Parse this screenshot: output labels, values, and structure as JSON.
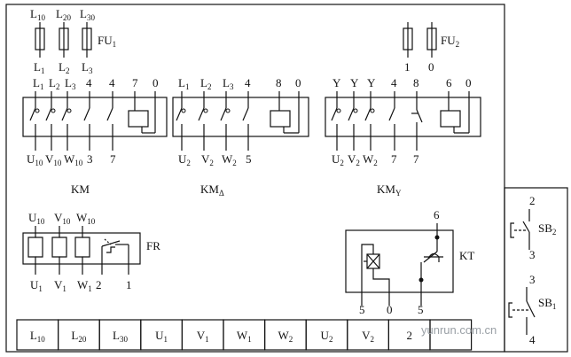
{
  "fuses": {
    "fu1": {
      "label": "FU",
      "sub": "1",
      "top": [
        [
          "L",
          "10"
        ],
        [
          "L",
          "20"
        ],
        [
          "L",
          "30"
        ]
      ],
      "bottom": [
        [
          "L",
          "1"
        ],
        [
          "L",
          "2"
        ],
        [
          "L",
          "3"
        ]
      ]
    },
    "fu2": {
      "label": "FU",
      "sub": "2",
      "bottom": [
        "1",
        "0"
      ]
    }
  },
  "km": {
    "top": [
      [
        "L",
        "1"
      ],
      [
        "L",
        "2"
      ],
      [
        "L",
        "3"
      ],
      [
        "4",
        ""
      ],
      [
        "4",
        ""
      ],
      [
        "7",
        ""
      ],
      [
        "0",
        ""
      ]
    ],
    "bottom": [
      [
        "U",
        "10"
      ],
      [
        "V",
        "10"
      ],
      [
        "W",
        "10"
      ],
      [
        "3",
        ""
      ],
      [
        "7",
        ""
      ]
    ],
    "name": "KM",
    "name_sub": ""
  },
  "km_delta": {
    "top": [
      [
        "L",
        "1"
      ],
      [
        "L",
        "2"
      ],
      [
        "L",
        "3"
      ],
      [
        "4",
        ""
      ],
      [
        "8",
        ""
      ],
      [
        "0",
        ""
      ]
    ],
    "bottom": [
      [
        "U",
        "2"
      ],
      [
        "V",
        "2"
      ],
      [
        "W",
        "2"
      ],
      [
        "5",
        ""
      ]
    ],
    "name": "KM",
    "name_sub": "Δ"
  },
  "km_y": {
    "top": [
      [
        "Y",
        ""
      ],
      [
        "Y",
        ""
      ],
      [
        "Y",
        ""
      ],
      [
        "4",
        ""
      ],
      [
        "8",
        ""
      ],
      [
        "6",
        ""
      ],
      [
        "0",
        ""
      ]
    ],
    "bottom": [
      [
        "U",
        "2"
      ],
      [
        "V",
        "2"
      ],
      [
        "W",
        "2"
      ],
      [
        "7",
        ""
      ],
      [
        "7",
        ""
      ]
    ],
    "name": "KM",
    "name_sub": "Y"
  },
  "fr": {
    "label": "FR",
    "top": [
      [
        "U",
        "10"
      ],
      [
        "V",
        "10"
      ],
      [
        "W",
        "10"
      ]
    ],
    "bottom": [
      [
        "U",
        "1"
      ],
      [
        "V",
        "1"
      ],
      [
        "W",
        "1"
      ],
      [
        "2",
        ""
      ],
      [
        "1",
        ""
      ]
    ]
  },
  "kt": {
    "label": "KT",
    "top": "6",
    "bottom": [
      "5",
      "0",
      "5"
    ]
  },
  "sb2": {
    "label": "SB",
    "sub": "2",
    "top": "2",
    "bottom": "3"
  },
  "sb1": {
    "label": "SB",
    "sub": "1",
    "top": "3",
    "bottom": "4"
  },
  "terminal_strip": [
    [
      "L",
      "10"
    ],
    [
      "L",
      "20"
    ],
    [
      "L",
      "30"
    ],
    [
      "U",
      "1"
    ],
    [
      "V",
      "1"
    ],
    [
      "W",
      "1"
    ],
    [
      "W",
      "2"
    ],
    [
      "U",
      "2"
    ],
    [
      "V",
      "2"
    ],
    [
      "2",
      ""
    ],
    [
      "",
      ""
    ]
  ],
  "watermark": "yunrun.com.cn"
}
